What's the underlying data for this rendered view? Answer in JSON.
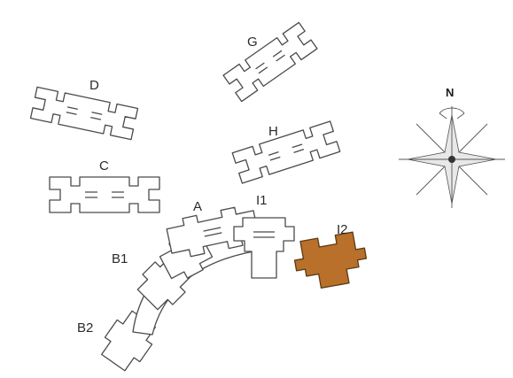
{
  "labels": {
    "g": "G",
    "d": "D",
    "h": "H",
    "c": "C",
    "a": "A",
    "i1": "I1",
    "i2": "I2",
    "b1": "B1",
    "b2": "B2"
  },
  "compass": {
    "north": "N"
  },
  "colors": {
    "highlight": "#b8702a",
    "outline": "#4a4a4a",
    "background": "#ffffff"
  }
}
